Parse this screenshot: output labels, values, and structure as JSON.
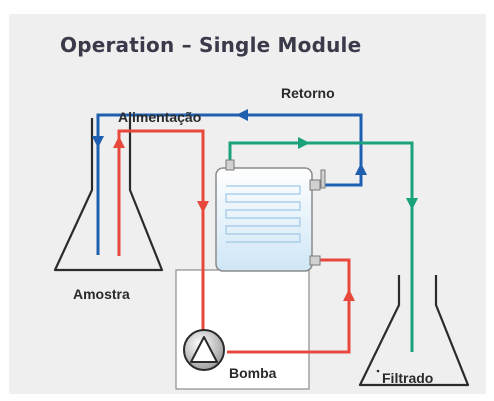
{
  "title": "Operation – Single Module",
  "labels": {
    "retorno": "Retorno",
    "alimentacao": "Alimentação",
    "amostra": "Amostra",
    "bomba": "Bomba",
    "filtrado": "Filtrado"
  },
  "colors": {
    "feed_line": "#e8473c",
    "return_line": "#1f5fb0",
    "filtrate_line": "#1aa37a",
    "module_fill": "#d9ecf8",
    "panel_bg": "#efefef"
  },
  "icons": {
    "pump": "pump-icon",
    "sample_flask": "erlenmeyer-flask-icon",
    "filtrate_flask": "erlenmeyer-flask-icon"
  }
}
